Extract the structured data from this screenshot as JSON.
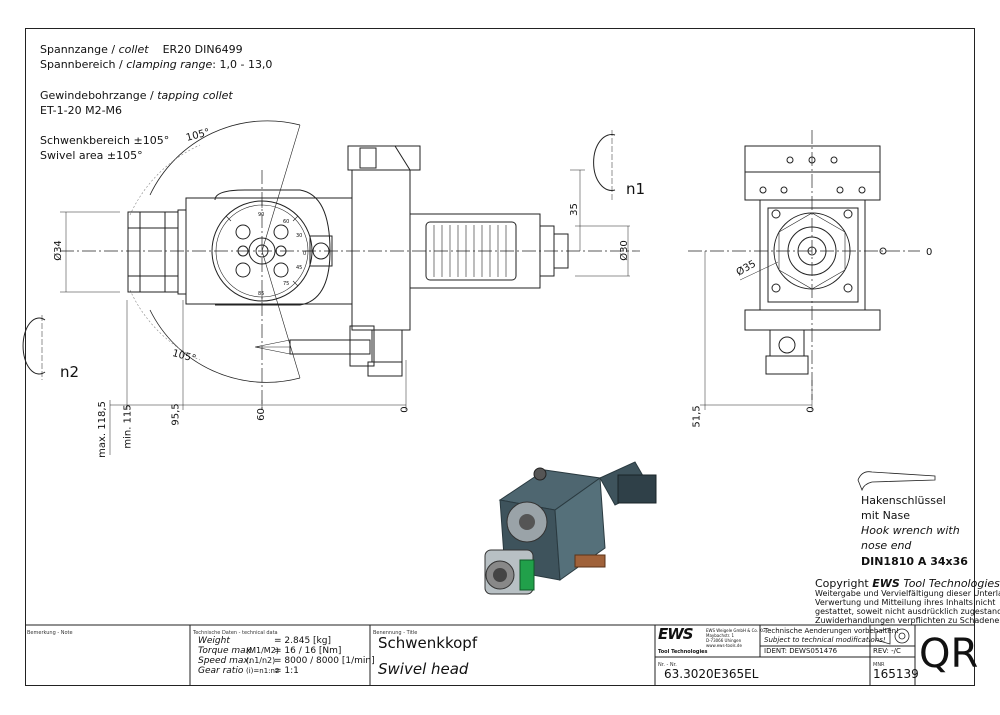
{
  "notes": {
    "collet_de": "Spannzange /",
    "collet_en": "collet",
    "collet_val": "ER20   DIN6499",
    "range_de": "Spannbereich /",
    "range_en": "clamping range",
    "range_val": ": 1,0 - 13,0",
    "tapping_de": "Gewindebohrzange /",
    "tapping_en": "tapping collet",
    "tapping_val": "ET-1-20   M2-M6",
    "swivel_de": "Schwenkbereich ±105°",
    "swivel_en": "Swivel area ±105°"
  },
  "dims": {
    "a105_top": "105°",
    "a105_bot": "105°",
    "d34": "Ø34",
    "d30": "Ø30",
    "d35": "Ø35",
    "d35_vert": "35",
    "max": "max. 118,5",
    "min": "min. 115",
    "d95": "95,5",
    "d60": "60",
    "zero1": "0",
    "zero2": "0",
    "zero3": "0",
    "d51": "51,5",
    "n1": "n1",
    "n2": "n2",
    "scale_90": "90",
    "scale_60": "60",
    "scale_30": "30",
    "scale_0": "0",
    "scale_45": "45",
    "scale_75": "75",
    "scale_85": "85"
  },
  "wrench": {
    "de1": "Hakenschlüssel",
    "de2": "mit Nase",
    "en1": "Hook wrench with",
    "en2": "nose end",
    "std": "DIN1810  A 34x36"
  },
  "copyright": {
    "line1": "Copyright",
    "brand": "EWS",
    "line1b": "Tool Technologies",
    "t1": "Weitergabe und Vervielfältigung dieser Unterlage,",
    "t2": "Verwertung und Mitteilung ihres Inhalts nicht",
    "t3": "gestattet, soweit nicht ausdrücklich zugestanden.",
    "t4": "Zuwiderhandlungen verpflichten zu Schadenersatz."
  },
  "titleblock": {
    "bemerkung": "Bemerkung - Note",
    "techhead": "Technische Daten - technical data",
    "weight_l": "Weight",
    "weight_v": "=   2.845 [kg]",
    "torque_l": "Torque max.",
    "torque_m": "(M1/M2)",
    "torque_v": "=   16 / 16 [Nm]",
    "speed_l": "Speed max.",
    "speed_m": "(n1/n2)",
    "speed_v": "=   8000 / 8000 [1/min]",
    "gear_l": "Gear ratio",
    "gear_m": "(i)=n1:n2",
    "gear_v": "=   1:1",
    "benennung": "Benennung - Title",
    "title_de": "Schwenkkopf",
    "title_en": "Swivel head",
    "logo": "EWS",
    "logo_sub": "Tool Technologies",
    "addr1": "EWS Weigele GmbH & Co. KG",
    "addr2": "Maybachstr. 1",
    "addr3": "D-73066 Uhingen",
    "addr4": "www.ews-tools.de",
    "change_de": "Technische Aenderungen vorbehalten!",
    "change_en": "Subject to technical modifications!",
    "ident": "IDENT:  DEWS051476",
    "rev": "REV:  -/C",
    "nr_label": "Nr. - Nr.",
    "nr": "63.3020E365EL",
    "mnr_label": "MNR",
    "mnr": "165139",
    "qr": "QR"
  }
}
